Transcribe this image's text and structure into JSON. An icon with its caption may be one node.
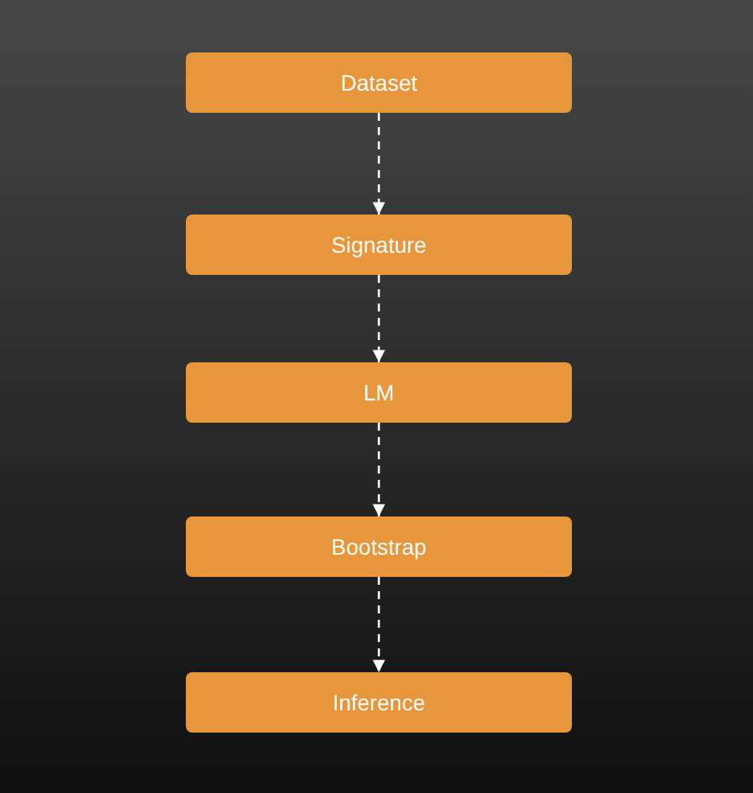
{
  "diagram": {
    "nodes": [
      {
        "text": [
          "Dataset"
        ]
      },
      {
        "text": [
          "Signature"
        ]
      },
      {
        "text": [
          "LM"
        ]
      },
      {
        "text": [
          "Bootstrap"
        ]
      },
      {
        "text": [
          "Inference"
        ]
      }
    ],
    "edges": [
      {
        "from": 0,
        "to": 1,
        "arrow": "to",
        "style": "dashed"
      },
      {
        "from": 1,
        "to": 2,
        "arrow": "to",
        "style": "dashed"
      },
      {
        "from": 2,
        "to": 3,
        "arrow": "to",
        "style": "dashed"
      },
      {
        "from": 3,
        "to": 4,
        "arrow": "to",
        "style": "dashed"
      }
    ]
  }
}
